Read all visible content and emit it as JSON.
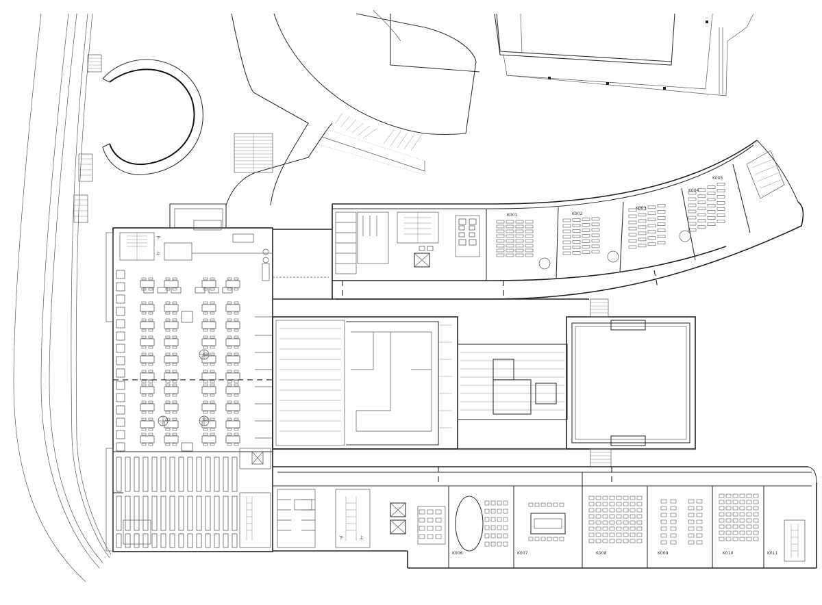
{
  "drawing": {
    "north_wing_room_labels": [
      "K001",
      "K002",
      "K003",
      "K004",
      "K005"
    ],
    "south_wing_room_labels": [
      "K006",
      "K007",
      "K008",
      "K009",
      "K010",
      "K011"
    ],
    "stair_marks": [
      "下",
      "上"
    ]
  }
}
